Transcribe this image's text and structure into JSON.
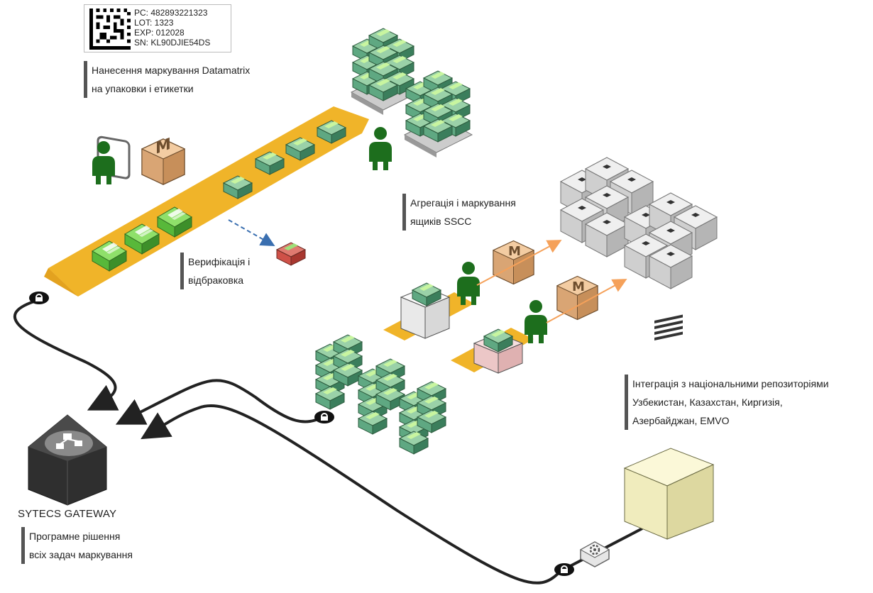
{
  "datamatrix_label": {
    "pc": "PC: 482893221323",
    "lot": "LOT: 1323",
    "exp": "EXP: 012028",
    "sn": "SN: KL90DJIE54DS"
  },
  "labels": {
    "marking": [
      "Нанесення маркування Datamatrix",
      "на упаковки і етикетки"
    ],
    "verification": [
      "Верифікація і",
      "відбраковка"
    ],
    "aggregation": [
      "Агрегація і маркування",
      "ящиків SSCC"
    ],
    "integration": [
      "Інтеграція з національними репозиторіями",
      "Узбекистан, Казахстан, Киргизія,",
      "Азербайджан, EMVO"
    ],
    "gateway_title": "SYTECS GATEWAY",
    "gateway_desc": [
      "Програмне рішення",
      "всіх задач маркування"
    ]
  },
  "box_letter": "M",
  "colors": {
    "conveyor": "#f0b429",
    "pack_green": "#6cc04a",
    "pack_teal": "#5fa882",
    "person": "#1d6e1d",
    "case_tan": "#e8b98a",
    "reject_red": "#d9534f",
    "gray_box": "#d6d6d6",
    "server": "#f2efc4",
    "gateway": "#3c3c3c",
    "line": "#222222",
    "arrow_dash": "#3a6fb0",
    "orange_arrow": "#f5a15a"
  }
}
